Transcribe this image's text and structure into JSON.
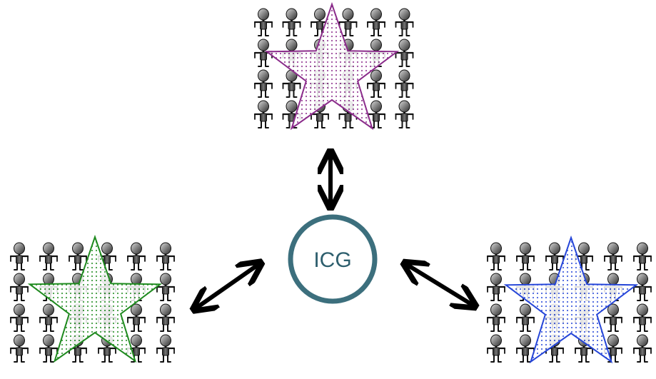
{
  "hub": {
    "label": "ICG",
    "ring_color": "#3c6f7d",
    "text_color": "#2d5e6d"
  },
  "groups": [
    {
      "position": "top",
      "star_color": "#8b2c8b",
      "rows": 4,
      "people_per_row": 6
    },
    {
      "position": "bottom-left",
      "star_color": "#1f8a1f",
      "rows": 4,
      "people_per_row": 6
    },
    {
      "position": "bottom-right",
      "star_color": "#2646d8",
      "rows": 4,
      "people_per_row": 6
    }
  ],
  "connectors": {
    "style": "double-headed-arrow",
    "color": "#000000",
    "count": 3
  },
  "icons": {
    "person": "person-icon",
    "star": "star-icon",
    "arrow": "double-arrow-icon"
  }
}
